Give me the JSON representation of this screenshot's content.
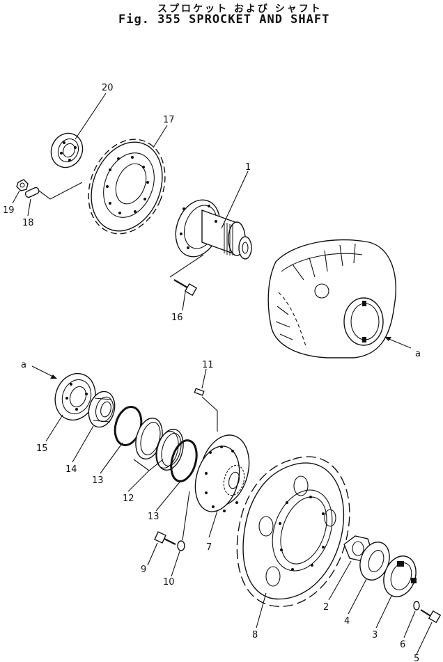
{
  "title": {
    "japanese": "スプロケット および シャフト",
    "english": "Fig. 355 SPROCKET AND SHAFT"
  },
  "callouts": [
    "1",
    "2",
    "3",
    "4",
    "5",
    "6",
    "7",
    "8",
    "9",
    "10",
    "11",
    "12",
    "13",
    "13",
    "14",
    "15",
    "16",
    "17",
    "18",
    "19",
    "20"
  ],
  "view_markers": [
    "a",
    "a"
  ]
}
